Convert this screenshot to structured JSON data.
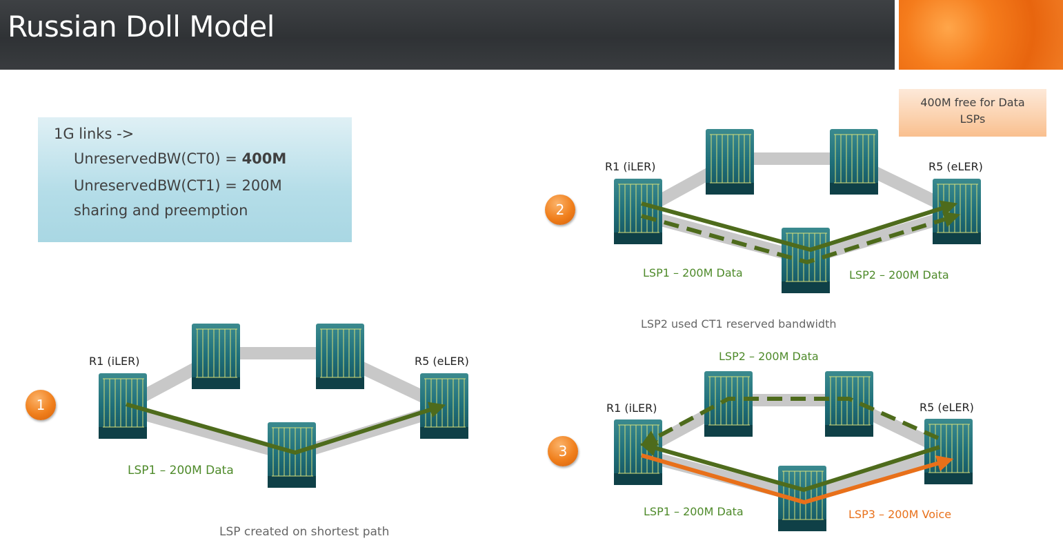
{
  "header": {
    "title": "Russian Doll Model"
  },
  "info_box": {
    "line1": "1G links ->",
    "line2_prefix": "UnreservedBW(CT0) = ",
    "line2_bold": "400M",
    "line3": "UnreservedBW(CT1) = 200M",
    "line4": "sharing and preemption"
  },
  "note_box": {
    "line1": "400M free for Data",
    "line2": "LSPs"
  },
  "colors": {
    "data_lsp": "#4e6b1c",
    "voice_lsp": "#e8701a",
    "router": "#1f6f7a",
    "link": "#c8c8c8",
    "badge": "#f07f1c"
  },
  "icons": {
    "router": "router-icon",
    "badge": "step-number-badge"
  },
  "scenario1": {
    "badge": "1",
    "ingress_label": "R1 (iLER)",
    "egress_label": "R5 (eLER)",
    "lsp1_label": "LSP1 – 200M Data",
    "caption": "LSP created on shortest path"
  },
  "scenario2": {
    "badge": "2",
    "ingress_label": "R1 (iLER)",
    "egress_label": "R5 (eLER)",
    "lsp1_label": "LSP1 – 200M Data",
    "lsp2_label": "LSP2 – 200M Data",
    "caption": "LSP2 used CT1 reserved bandwidth"
  },
  "scenario3": {
    "badge": "3",
    "ingress_label": "R1 (iLER)",
    "egress_label": "R5 (eLER)",
    "lsp1_label": "LSP1 – 200M Data",
    "lsp2_label": "LSP2 – 200M Data",
    "lsp3_label": "LSP3 – 200M Voice"
  }
}
